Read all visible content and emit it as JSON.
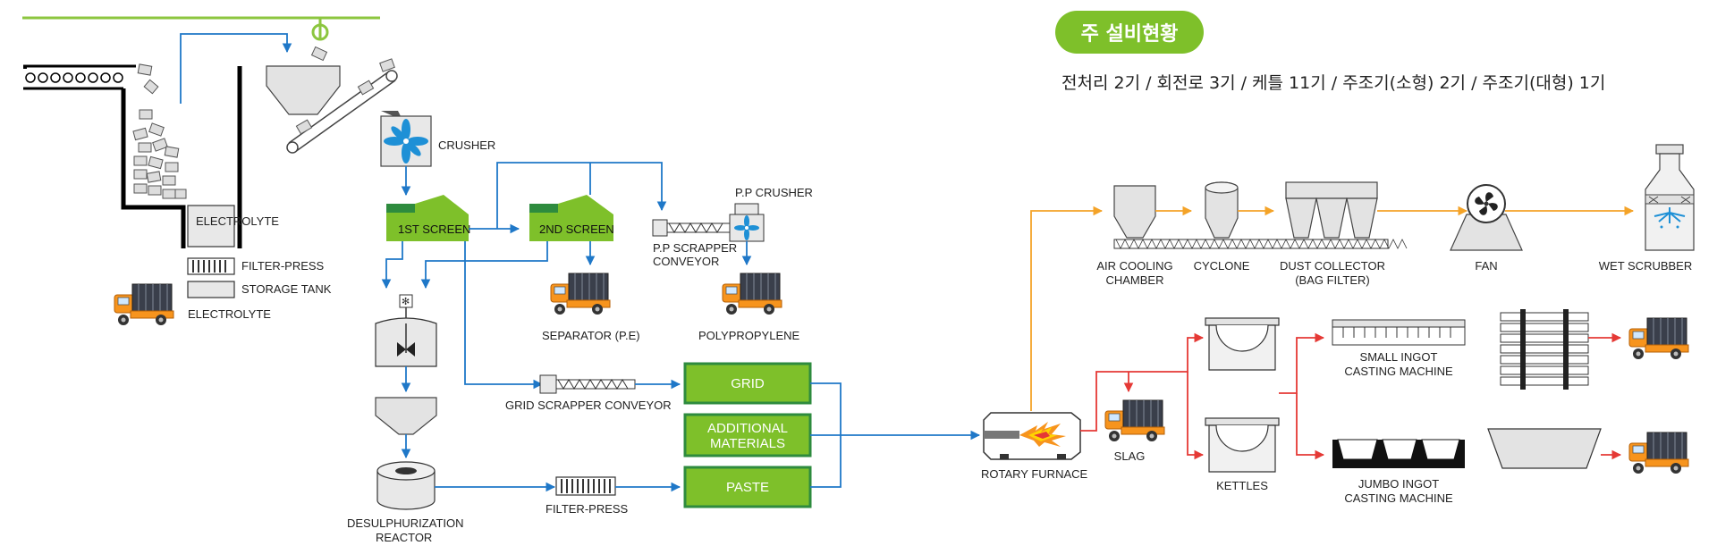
{
  "header": {
    "badge": "주 설비현황",
    "summary": "전처리 2기 / 회전로 3기 / 케틀 11기 / 주조기(소형) 2기 / 주조기(대형) 1기"
  },
  "labels": {
    "electrolyte_tank": "ELECTROLYTE",
    "filter_press_1": "FILTER-PRESS",
    "storage_tank": "STORAGE TANK",
    "electrolyte_out": "ELECTROLYTE",
    "crusher": "CRUSHER",
    "screen1": "1ST SCREEN",
    "screen2": "2ND SCREEN",
    "pp_crusher": "P.P CRUSHER",
    "pp_conveyor_1": "P.P SCRAPPER",
    "pp_conveyor_2": "CONVEYOR",
    "separator": "SEPARATOR (P.E)",
    "polypropylene": "POLYPROPYLENE",
    "grid_conveyor": "GRID SCRAPPER CONVEYOR",
    "filter_press_2": "FILTER-PRESS",
    "desulph_1": "DESULPHURIZATION",
    "desulph_2": "REACTOR",
    "grid": "GRID",
    "additional_1": "ADDITIONAL",
    "additional_2": "MATERIALS",
    "paste": "PASTE",
    "rotary_furnace": "ROTARY FURNACE",
    "slag": "SLAG",
    "kettles": "KETTLES",
    "air_cooling_1": "AIR COOLING",
    "air_cooling_2": "CHAMBER",
    "cyclone": "CYCLONE",
    "dust_collector_1": "DUST COLLECTOR",
    "dust_collector_2": "(BAG FILTER)",
    "fan": "FAN",
    "wet_scrubber": "WET SCRUBBER",
    "small_ingot_1": "SMALL INGOT",
    "small_ingot_2": "CASTING MACHINE",
    "jumbo_ingot_1": "JUMBO INGOT",
    "jumbo_ingot_2": "CASTING MACHINE"
  },
  "colors": {
    "green": "#7ec02a",
    "dark_green": "#2e8b3e",
    "blue_line": "#1f78c8",
    "orange_line": "#f4a328",
    "red_line": "#e53935",
    "truck_orange": "#f7941d",
    "truck_cargo": "#3a3f4b"
  },
  "icons": [
    "fan-icon",
    "truck-icon",
    "flame-icon",
    "water-spray-icon"
  ]
}
